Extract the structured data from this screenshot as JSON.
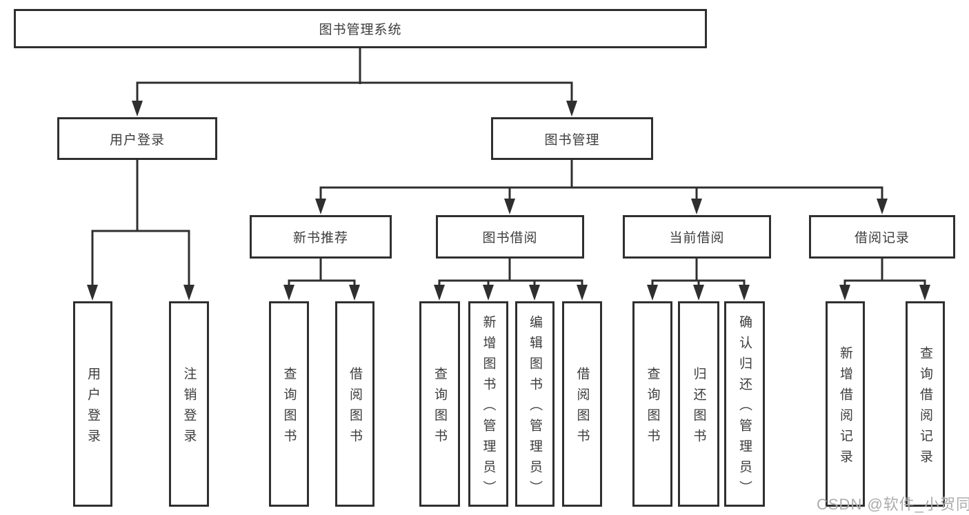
{
  "watermark": "CSDN @软件_小贺同学",
  "colors": {
    "line": "#2f2f2f",
    "text": "#3c3c3c",
    "watermark": "#ababab",
    "background": "#ffffff"
  },
  "nodes": {
    "root": "图书管理系统",
    "level2": {
      "user_login": "用户登录",
      "book_mgmt": "图书管理"
    },
    "level3": {
      "new_book_rec": "新书推荐",
      "book_borrow": "图书借阅",
      "current_borrow": "当前借阅",
      "borrow_records": "借阅记录"
    }
  },
  "leaves": {
    "user_login_children": [
      "用户登录",
      "注销登录"
    ],
    "new_book_rec_children": [
      "查询图书",
      "借阅图书"
    ],
    "book_borrow_children": [
      "查询图书",
      "新增图书（管理员）",
      "编辑图书（管理员）",
      "借阅图书"
    ],
    "current_borrow_children": [
      "查询图书",
      "归还图书",
      "确认归还（管理员）"
    ],
    "borrow_records_children": [
      "新增借阅记录",
      "查询借阅记录"
    ]
  }
}
